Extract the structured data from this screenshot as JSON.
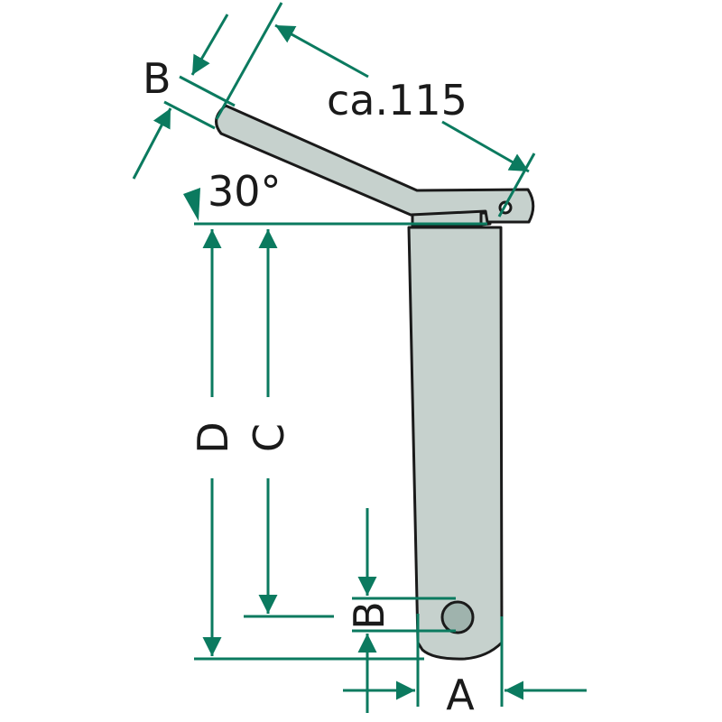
{
  "labels": {
    "handle_length": "ca.115",
    "angle": "30°",
    "dim_b_top": "B",
    "dim_b_bottom": "B",
    "dim_d": "D",
    "dim_c": "C",
    "dim_a": "A"
  },
  "colors": {
    "dimension": "#0b7a5f",
    "part_fill": "#c6d1cd",
    "outline": "#1a1a1a"
  }
}
